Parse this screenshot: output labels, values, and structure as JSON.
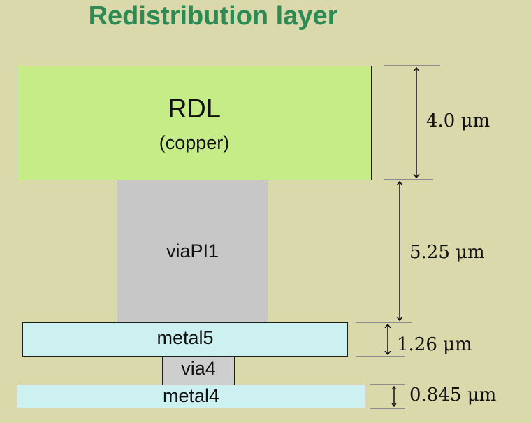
{
  "title": "Redistribution layer",
  "layers": {
    "rdl": {
      "label": "RDL",
      "sublabel": "(copper)"
    },
    "viapi1": {
      "label": "viaPI1"
    },
    "metal5": {
      "label": "metal5"
    },
    "via4": {
      "label": "via4"
    },
    "metal4": {
      "label": "metal4"
    }
  },
  "dimensions": {
    "rdl": "4.0 μm",
    "viapi1": "5.25 μm",
    "metal5": "1.26 μm",
    "metal4": "0.845 μm"
  },
  "colors": {
    "background": "#d9d9ab",
    "title": "#2e8a54",
    "rdl_fill": "#c6ec87",
    "via_fill": "#c7c7c7",
    "metal_fill": "#cdf1f1"
  }
}
